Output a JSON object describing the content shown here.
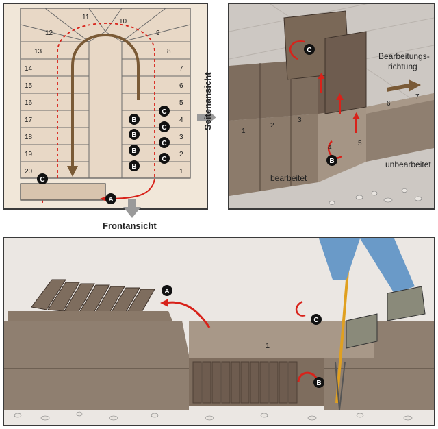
{
  "labels": {
    "front_view": "Frontansicht",
    "side_view": "Seitenansicht",
    "direction_line1": "Bearbeitungs-",
    "direction_line2": "richtung",
    "processed": "bearbeitet",
    "unprocessed": "unbearbeitet"
  },
  "markers": {
    "a": "A",
    "b": "B",
    "c": "C"
  },
  "top_view": {
    "left_rows": [
      "12",
      "13",
      "14",
      "15",
      "16",
      "17",
      "18",
      "19",
      "20"
    ],
    "right_rows": [
      "9",
      "8",
      "7",
      "6",
      "5",
      "4",
      "3",
      "2",
      "1"
    ],
    "top_left": "11",
    "top_right": "10"
  },
  "side_view": {
    "blocks": [
      "1",
      "2",
      "3",
      "4",
      "5",
      "6",
      "7"
    ]
  },
  "front_view": {
    "pit_number": "1"
  },
  "colors": {
    "soil": "#8f7f70",
    "soil_dark": "#6e5c4f",
    "arrow_red": "#d8221a",
    "path_brown": "#7a5a36",
    "bubble": "#111111"
  }
}
